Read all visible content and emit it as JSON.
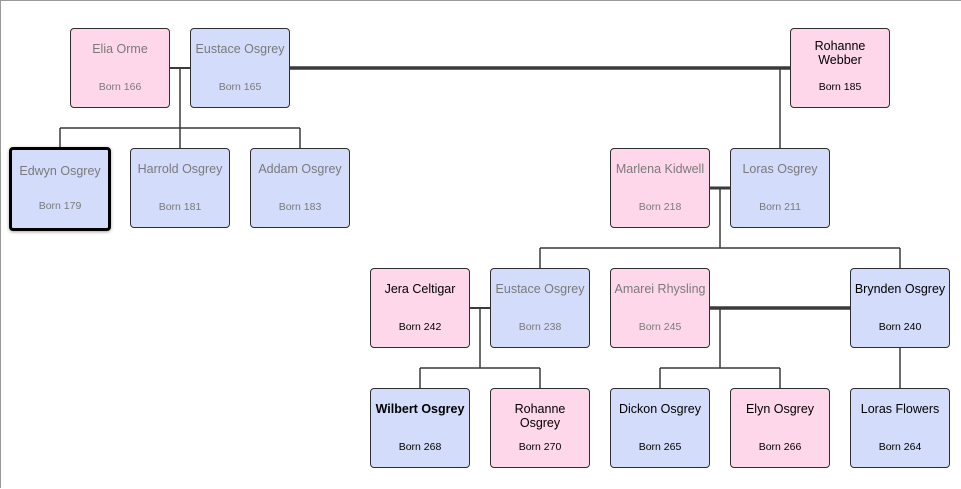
{
  "people": {
    "elia_orme": {
      "name": "Elia Orme",
      "born": "Born 166"
    },
    "eustace_osgrey_1": {
      "name": "Eustace Osgrey",
      "born": "Born 165"
    },
    "rohanne_webber": {
      "name": "Rohanne Webber",
      "born": "Born 185"
    },
    "edwyn_osgrey": {
      "name": "Edwyn Osgrey",
      "born": "Born 179"
    },
    "harrold_osgrey": {
      "name": "Harrold Osgrey",
      "born": "Born 181"
    },
    "addam_osgrey": {
      "name": "Addam Osgrey",
      "born": "Born 183"
    },
    "marlena_kidwell": {
      "name": "Marlena Kidwell",
      "born": "Born 218"
    },
    "loras_osgrey": {
      "name": "Loras Osgrey",
      "born": "Born 211"
    },
    "jera_celtigar": {
      "name": "Jera Celtigar",
      "born": "Born 242"
    },
    "eustace_osgrey_2": {
      "name": "Eustace Osgrey",
      "born": "Born 238"
    },
    "amarei_rhysling": {
      "name": "Amarei Rhysling",
      "born": "Born 245"
    },
    "brynden_osgrey": {
      "name": "Brynden Osgrey",
      "born": "Born 240"
    },
    "wilbert_osgrey": {
      "name": "Wilbert Osgrey",
      "born": "Born 268"
    },
    "rohanne_osgrey": {
      "name": "Rohanne Osgrey",
      "born": "Born 270"
    },
    "dickon_osgrey": {
      "name": "Dickon Osgrey",
      "born": "Born 265"
    },
    "elyn_osgrey": {
      "name": "Elyn Osgrey",
      "born": "Born 266"
    },
    "loras_flowers": {
      "name": "Loras Flowers",
      "born": "Born 264"
    }
  },
  "colors": {
    "female": "#ffd7ea",
    "male": "#d3dcfb",
    "edge": "#3a3a3a",
    "text_deceased": "#7a7a7a",
    "text_living": "#000000"
  }
}
